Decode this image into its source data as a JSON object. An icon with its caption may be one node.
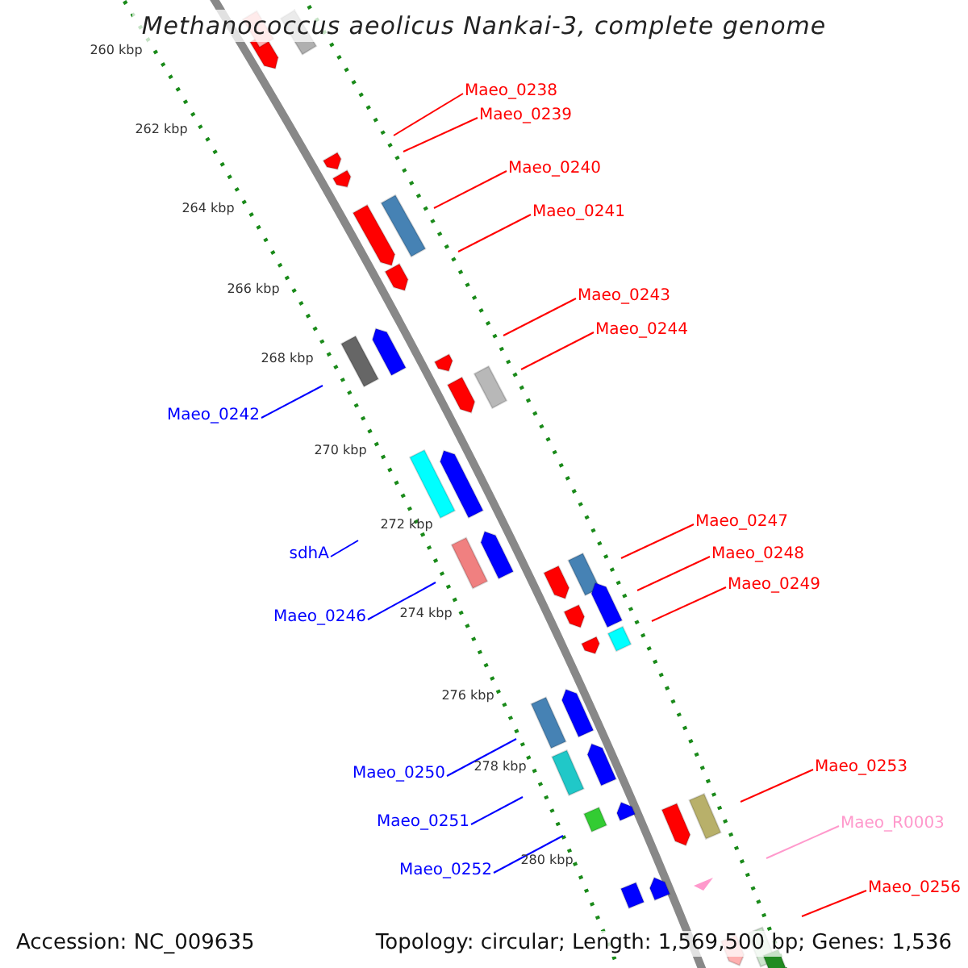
{
  "diagram": {
    "title": "Methanococcus aeolicus Nankai-3, complete genome",
    "nodes": [
      {
        "text": [
          "Maeo_0238"
        ]
      },
      {
        "text": [
          "Maeo_0239"
        ]
      },
      {
        "text": [
          "Maeo_0240"
        ]
      },
      {
        "text": [
          "Maeo_0241"
        ]
      },
      {
        "text": [
          "Maeo_0243"
        ]
      },
      {
        "text": [
          "Maeo_0244"
        ]
      },
      {
        "text": [
          "Maeo_0242"
        ]
      },
      {
        "text": [
          "Maeo_0247"
        ]
      },
      {
        "text": [
          "sdhA"
        ]
      },
      {
        "text": [
          "Maeo_0248"
        ]
      },
      {
        "text": [
          "Maeo_0249"
        ]
      },
      {
        "text": [
          "Maeo_0246"
        ]
      },
      {
        "text": [
          "Maeo_0253"
        ]
      },
      {
        "text": [
          "Maeo_0250"
        ]
      },
      {
        "text": [
          "Maeo_0251"
        ]
      },
      {
        "text": [
          "Maeo_R0003"
        ]
      },
      {
        "text": [
          "Maeo_0252"
        ]
      },
      {
        "text": [
          "Maeo_0256"
        ]
      }
    ],
    "edges": [
      {
        "from": 0,
        "to": null,
        "arrow": "none"
      },
      {
        "from": 1,
        "to": null,
        "arrow": "none"
      },
      {
        "from": 2,
        "to": null,
        "arrow": "none"
      },
      {
        "from": 3,
        "to": null,
        "arrow": "none"
      },
      {
        "from": 4,
        "to": null,
        "arrow": "none"
      },
      {
        "from": 5,
        "to": null,
        "arrow": "none"
      },
      {
        "from": 6,
        "to": null,
        "arrow": "none",
        "color": "#0000ff"
      },
      {
        "from": 7,
        "to": null,
        "arrow": "none"
      },
      {
        "from": 8,
        "to": null,
        "arrow": "none",
        "color": "#0000ff"
      },
      {
        "from": 9,
        "to": null,
        "arrow": "none"
      },
      {
        "from": 10,
        "to": null,
        "arrow": "none"
      },
      {
        "from": 11,
        "to": null,
        "arrow": "none",
        "color": "#0000ff"
      },
      {
        "from": 12,
        "to": null,
        "arrow": "none"
      },
      {
        "from": 13,
        "to": null,
        "arrow": "none",
        "color": "#0000ff"
      },
      {
        "from": 14,
        "to": null,
        "arrow": "none",
        "color": "#0000ff"
      },
      {
        "from": 15,
        "to": null,
        "arrow": "none",
        "color": "#ff99cc"
      },
      {
        "from": 16,
        "to": null,
        "arrow": "none",
        "color": "#0000ff"
      },
      {
        "from": 17,
        "to": null,
        "arrow": "none"
      }
    ],
    "labels": [
      "260 kbp",
      "262 kbp",
      "264 kbp",
      "266 kbp",
      "268 kbp",
      "270 kbp",
      "272 kbp",
      "274 kbp",
      "276 kbp",
      "278 kbp",
      "280 kbp",
      "Accession: NC_009635",
      "Topology: circular; Length: 1,569,500 bp; Genes: 1,536"
    ]
  }
}
